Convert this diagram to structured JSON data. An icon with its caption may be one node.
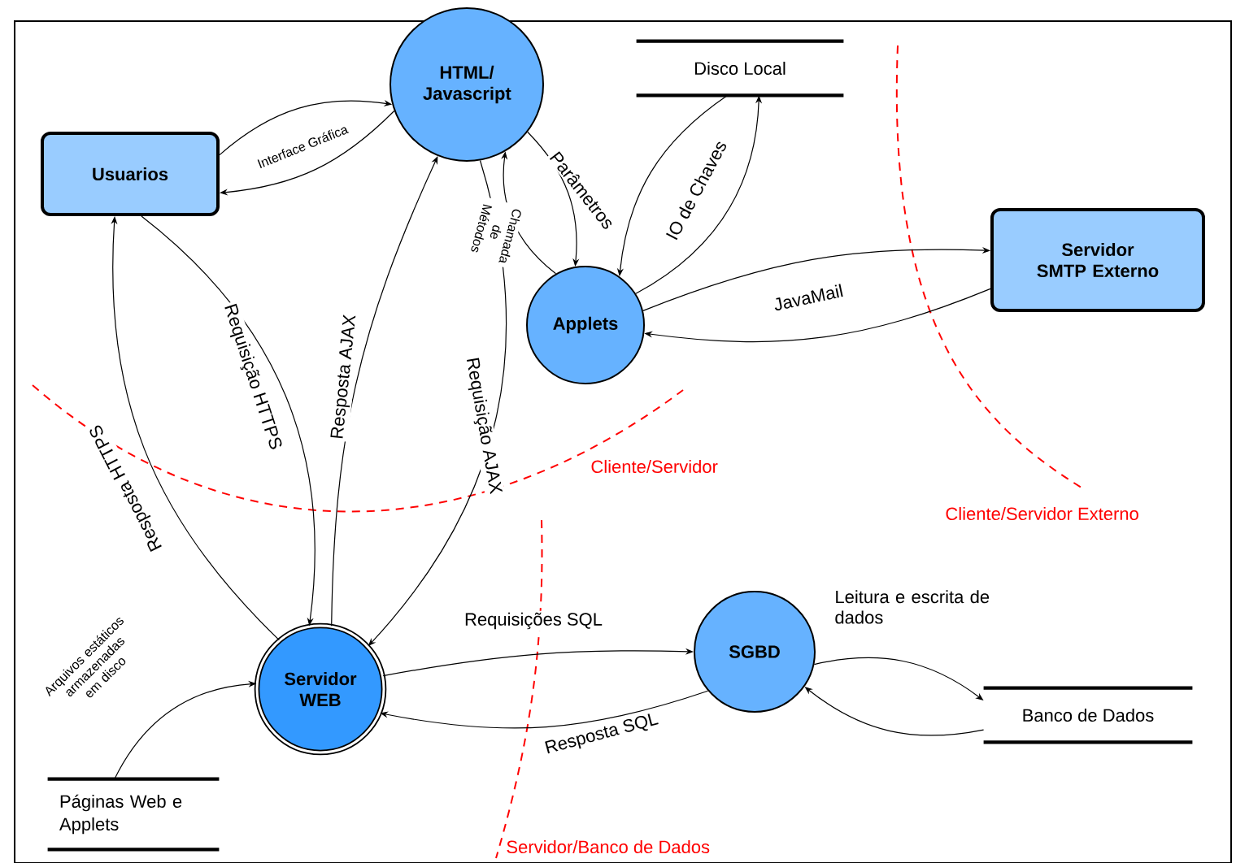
{
  "diagram": {
    "nodes": [
      {
        "text": [
          "Usuarios"
        ]
      },
      {
        "text": [
          "HTML/ Javascript"
        ]
      },
      {
        "text": [
          "Disco Local"
        ]
      },
      {
        "text": [
          "Applets"
        ]
      },
      {
        "text": [
          "Servidor SMTP Externo"
        ]
      },
      {
        "text": [
          "Servidor WEB"
        ]
      },
      {
        "text": [
          "SGBD"
        ]
      },
      {
        "text": [
          "Banco de Dados"
        ]
      },
      {
        "text": [
          "Páginas Web e Applets"
        ]
      }
    ],
    "edges": [
      {
        "from": 0,
        "to": 1,
        "arrow": "to",
        "label": "Interface Gráfica"
      },
      {
        "from": 1,
        "to": 0,
        "arrow": "to"
      },
      {
        "from": 0,
        "to": 5,
        "arrow": "to",
        "label": "Requisição HTTPS"
      },
      {
        "from": 5,
        "to": 0,
        "arrow": "to",
        "label": "Resposta HTTPS"
      },
      {
        "from": 5,
        "to": 1,
        "arrow": "to",
        "label": "Resposta AJAX"
      },
      {
        "from": 1,
        "to": 5,
        "arrow": "to",
        "label": "Requisição AJAX"
      },
      {
        "from": 1,
        "to": 3,
        "arrow": "to",
        "label": "Parâmetros"
      },
      {
        "from": 3,
        "to": 1,
        "arrow": "to",
        "label": "Chamada de Métodos"
      },
      {
        "from": 2,
        "to": 3,
        "arrow": "to",
        "label": "IO de Chaves"
      },
      {
        "from": 3,
        "to": 2,
        "arrow": "to"
      },
      {
        "from": 3,
        "to": 4,
        "arrow": "to",
        "label": "JavaMail"
      },
      {
        "from": 4,
        "to": 3,
        "arrow": "to"
      },
      {
        "from": 5,
        "to": 6,
        "arrow": "to",
        "label": "Requisições SQL"
      },
      {
        "from": 6,
        "to": 5,
        "arrow": "to",
        "label": "Resposta SQL"
      },
      {
        "from": 6,
        "to": 7,
        "arrow": "to",
        "label": "Leitura e escrita de dados"
      },
      {
        "from": 7,
        "to": 6,
        "arrow": "to"
      },
      {
        "from": 8,
        "to": 5,
        "arrow": "to",
        "label": "Arquivos estáticos armazenadas em disco"
      }
    ],
    "labels": [
      "Cliente/Servidor",
      "Cliente/Servidor Externo",
      "Servidor/Banco de Dados"
    ]
  }
}
